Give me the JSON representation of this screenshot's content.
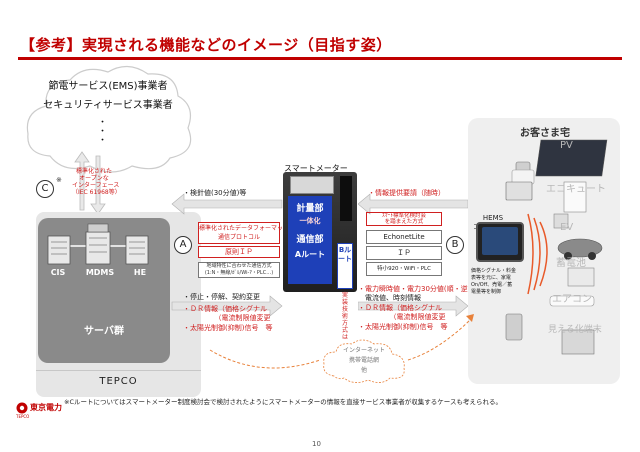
{
  "title": "【参考】実現される機能などのイメージ（目指す姿）",
  "ems": {
    "line1": "節電サービス(EMS)事業者",
    "line2": "セキュリティサービス事業者",
    "dots": "・\n・\n・"
  },
  "c_route": {
    "label": "C",
    "mark": "※",
    "desc": "標準化された\nオープンな\nインターフェース\n（IEC 61968等）"
  },
  "tepco": {
    "servers_label": "サーバ群",
    "servers": [
      "CIS",
      "MDMS",
      "HE"
    ],
    "band_label": "TEPCO"
  },
  "meter": {
    "title": "スマートメーター",
    "unit_measure": "計量部",
    "unit_integrated": "一体化",
    "unit_comm": "通信部",
    "a_route": "Aルート",
    "b_route": "Bルート",
    "b_vertical_note": "実装技術方式は"
  },
  "a_route": {
    "label": "A",
    "top_arrow": "・検針値(30分値)等",
    "std_box": "標準化されたデータフォーマット\n通信プロトコル",
    "ip_box": "原則ＩＰ",
    "mid_box": "地域特性に合わせた通信方式\n(1:N・無線/ｶﾞﾙ/Wi-?・PLC…)",
    "bottom_items": [
      "・停止・停解、契約変更",
      "・ＤＲ情報（価格シグナル",
      "　　　　　（電流制限値変更",
      "・太陽光制御(抑制)信号　等"
    ]
  },
  "b_route": {
    "label": "B",
    "top_arrow": "・情報提供要請（随時）",
    "std_red": "ｽﾏｰﾄ標準化検討会\nを踏まえた方式",
    "echonet": "EchonetLite",
    "ip": "ＩＰ",
    "phy": "特小920・WiFi・PLC",
    "bottom_items": [
      "・電力瞬時値・電力30分値(順・逆)",
      "　電流値、時刻情報",
      "・ＤＲ情報（価格シグナル",
      "　　　　　（電流制限値変更",
      "・太陽光制御(抑制)信号　等"
    ]
  },
  "house": {
    "title": "お客さま宅",
    "hems_title": "HEMS\nコントローラ",
    "hems_desc": "価格シグナル・料金\n表等を元に、家電\nOn/Off、売電／蓄\n電量等を制御",
    "appliances": [
      "PV",
      "エコキュート",
      "EV",
      "蓄電池",
      "エアコン",
      "見える化端末"
    ]
  },
  "internet": {
    "line1": "インターネット",
    "line2": "携帯電話網",
    "line3": "他"
  },
  "note": "※Cルートについてはスマートメーター制度検討会で検討されたようにスマートメーターの情報を直接サービス事業者が収集するケースも考えられる。",
  "logo": {
    "name": "東京電力",
    "sub": "TEPCO"
  },
  "page_number": "10",
  "colors": {
    "accent": "#c00000",
    "meter_blue": "#1e40b8",
    "server_gray": "#8a8a8a",
    "route_red": "#d02020"
  }
}
